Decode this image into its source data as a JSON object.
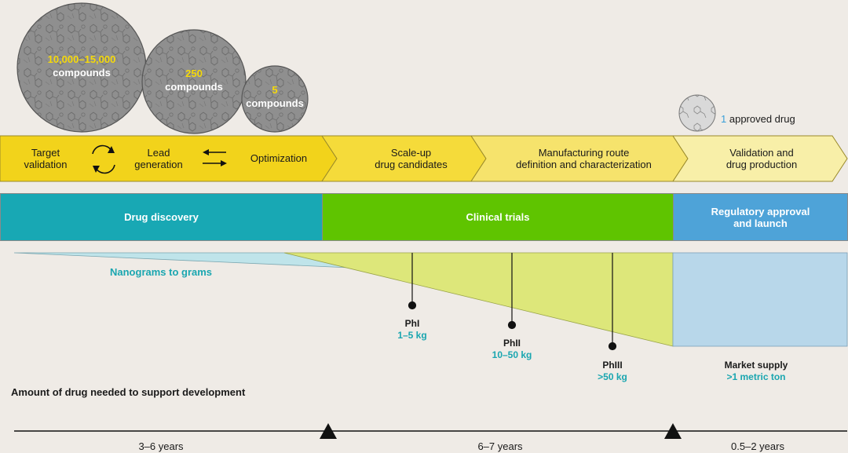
{
  "funnel": {
    "large": {
      "number": "10,000–15,000",
      "word": "compounds"
    },
    "medium": {
      "number": "250",
      "word": "compounds"
    },
    "small": {
      "number": "5",
      "word": "compounds"
    },
    "approved_number": "1",
    "approved_text": "approved drug"
  },
  "stages": {
    "target": "Target\nvalidation",
    "lead": "Lead\ngeneration",
    "optimization": "Optimization",
    "scaleup": "Scale-up\ndrug candidates",
    "manufacturing": "Manufacturing route\ndefinition and characterization",
    "validation": "Validation and\ndrug production"
  },
  "phases": {
    "discovery": "Drug discovery",
    "clinical": "Clinical trials",
    "regulatory": "Regulatory approval\nand launch"
  },
  "amounts": {
    "nanograms": "Nanograms to grams",
    "ph1_name": "PhI",
    "ph1_amount": "1–5 kg",
    "ph2_name": "PhII",
    "ph2_amount": "10–50 kg",
    "ph3_name": "PhIII",
    "ph3_amount": ">50 kg",
    "market_name": "Market supply",
    "market_amount": ">1 metric ton",
    "caption": "Amount of drug needed to support development"
  },
  "timeline": {
    "discovery_years": "3–6 years",
    "clinical_years": "6–7 years",
    "regulatory_years": "0.5–2 years"
  },
  "colors": {
    "yellow_dark": "#f2d31b",
    "yellow_mid": "#f5e04a",
    "yellow_light": "#f7e98e",
    "yellow_pale": "#f8f0b4",
    "teal": "#18a8b4",
    "green": "#5fc400",
    "blue": "#4ea3d8",
    "light_cyan": "#bfe4ea",
    "lime": "#dde77a",
    "pale_blue": "#b8d7ea"
  }
}
